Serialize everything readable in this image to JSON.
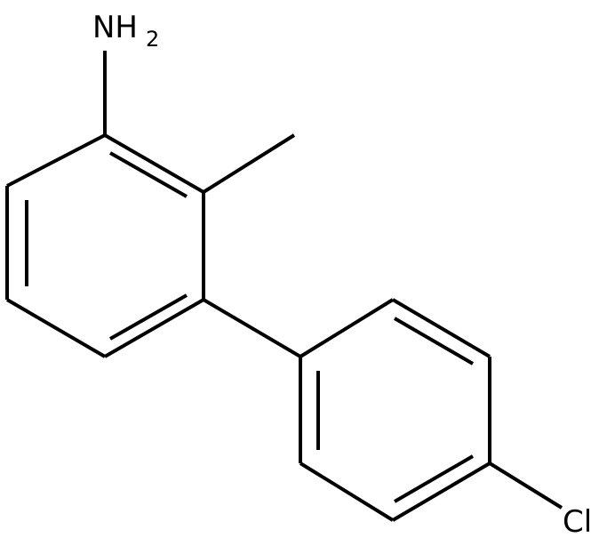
{
  "molecule": {
    "labels": {
      "nh2_main": "NH",
      "nh2_subscript": "2",
      "chlorine": "Cl"
    }
  }
}
